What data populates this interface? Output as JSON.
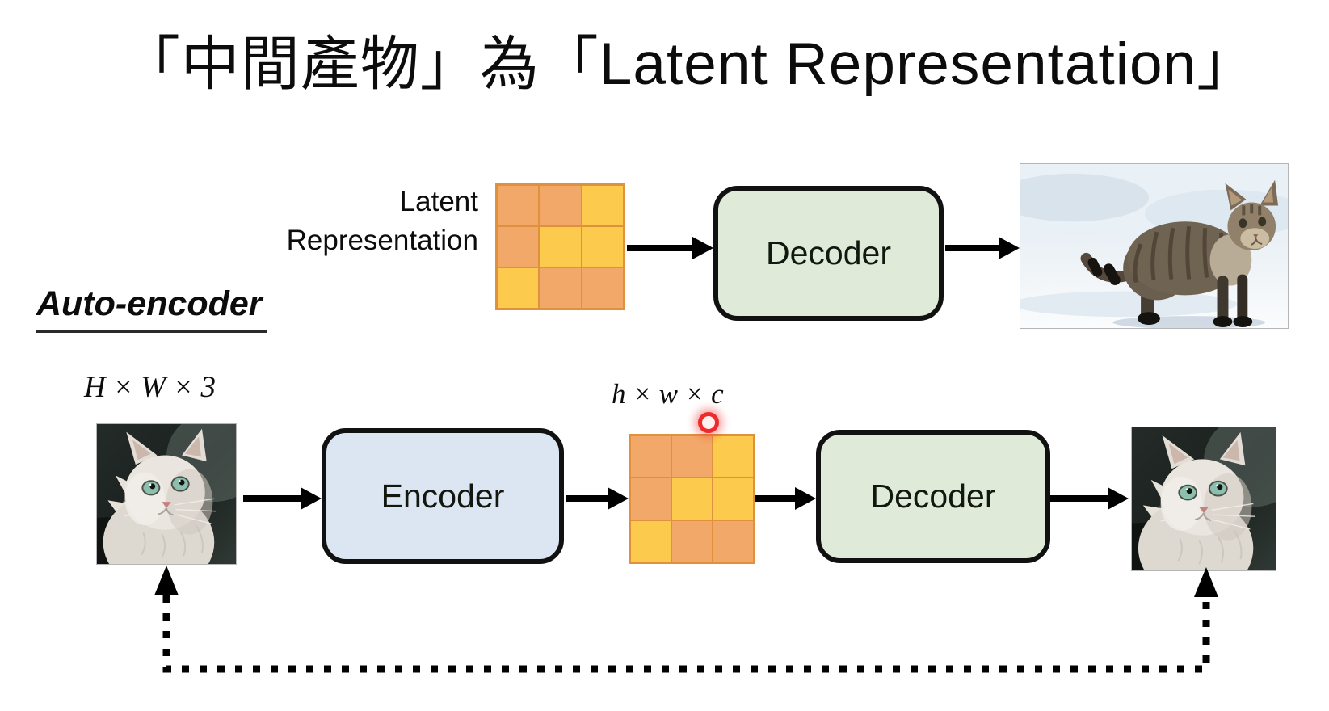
{
  "title": "「中間產物」為「Latent Representation」",
  "diagram": {
    "latent_label": {
      "line1": "Latent",
      "line2": "Representation"
    },
    "section_label": "Auto-encoder",
    "input_dims": "H × W × 3",
    "latent_dims": "h × w × c",
    "top_flow": {
      "decoder_label": "Decoder",
      "output_image": "tabby-cat-in-snow"
    },
    "bottom_flow": {
      "encoder_label": "Encoder",
      "decoder_label": "Decoder",
      "input_image": "white-cat-portrait",
      "output_image": "white-cat-portrait-reconstruction"
    }
  },
  "grids": {
    "rows": 3,
    "cols": 3,
    "cell_colors": {
      "o": "#F2A869",
      "y": "#FCCB4D"
    },
    "border_color": "#E0913D",
    "top_pattern": [
      "o",
      "o",
      "y",
      "o",
      "y",
      "y",
      "y",
      "o",
      "o"
    ],
    "bottom_pattern": [
      "o",
      "o",
      "y",
      "o",
      "y",
      "y",
      "y",
      "o",
      "o"
    ]
  },
  "colors": {
    "background": "#FFFFFF",
    "encoder_fill": "#DCE5F2",
    "decoder_fill": "#DFEAD8",
    "box_border": "#111111",
    "arrow": "#000000",
    "pointer_red": "#EE2B2B"
  }
}
